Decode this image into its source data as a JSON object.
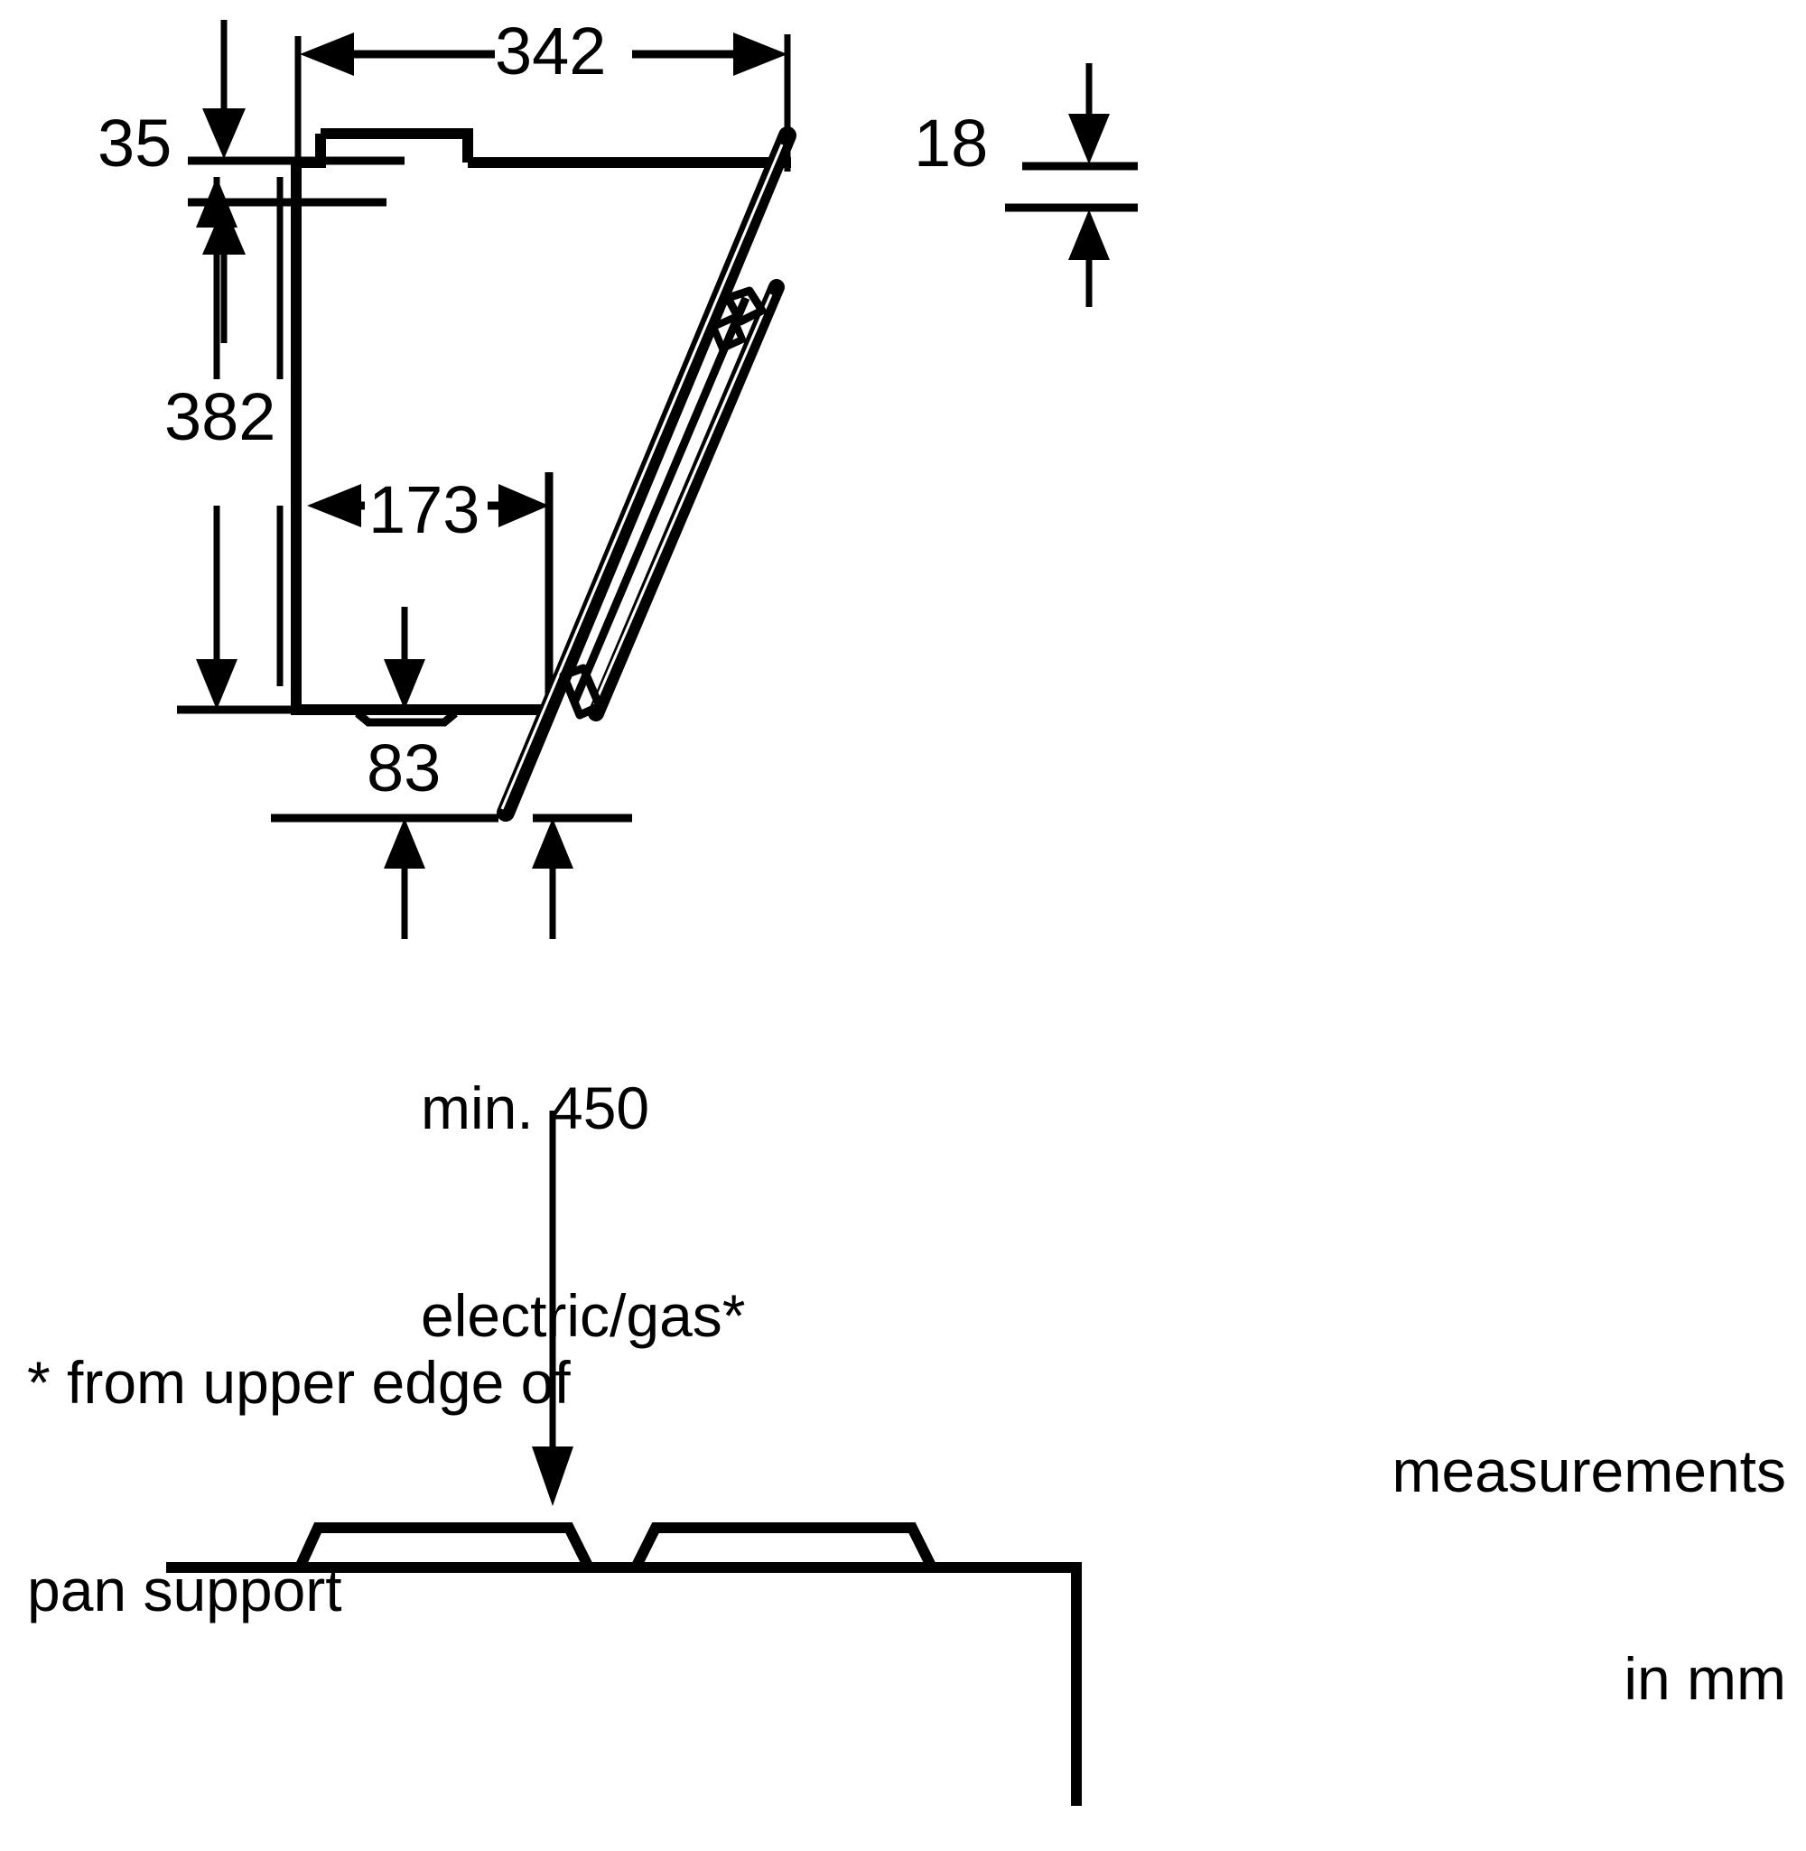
{
  "diagram": {
    "title": "Extractor hood side-view installation drawing",
    "units_note_line1": "measurements",
    "units_note_line2": "in mm",
    "footnote_line1": "* from upper edge of",
    "footnote_line2": "pan support",
    "clearance_line1": "min. 450",
    "clearance_line2": "electric/gas*",
    "line_color": "#000000",
    "background_color": "#ffffff"
  },
  "dimensions": {
    "width_342": "342",
    "depth_top_35": "35",
    "glass_thickness_18": "18",
    "height_382": "382",
    "inner_depth_173": "173",
    "lower_offset_83": "83"
  },
  "chart_data": {
    "type": "table",
    "title": "Extractor hood side-view installation drawing",
    "categories": [
      "342",
      "35",
      "18",
      "382",
      "173",
      "83",
      "min. 450"
    ],
    "values": [
      342,
      35,
      18,
      382,
      173,
      83,
      450
    ],
    "units": "mm",
    "annotations": [
      "min. 450 electric/gas*",
      "* from upper edge of pan support",
      "measurements in mm"
    ]
  }
}
